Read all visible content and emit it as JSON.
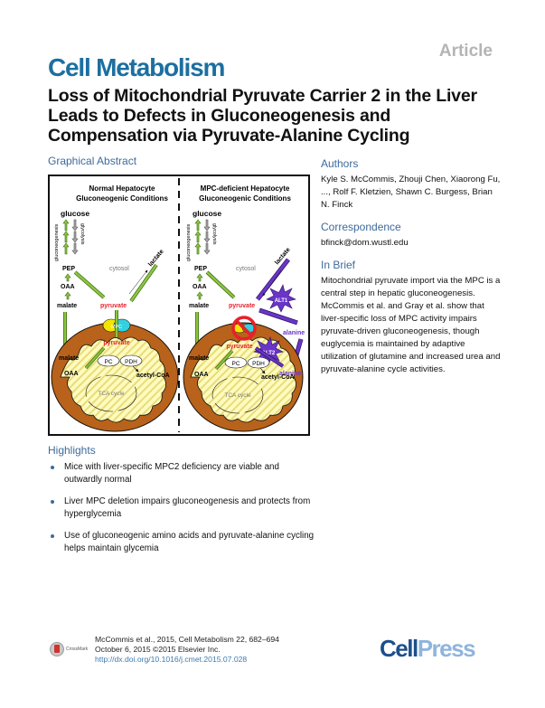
{
  "header": {
    "article_type": "Article",
    "journal": "Cell Metabolism",
    "title": "Loss of Mitochondrial Pyruvate Carrier 2 in the Liver Leads to Defects in Gluconeogenesis and Compensation via Pyruvate-Alanine Cycling"
  },
  "graphical_abstract": {
    "heading": "Graphical Abstract",
    "left_panel": {
      "title_line1": "Normal Hepatocyte",
      "title_line2": "Gluconeogenic Conditions",
      "glucose": "glucose",
      "gluconeogenesis": "gluconeogenesis",
      "glycolysis": "glycolysis",
      "pep": "PEP",
      "cytosol": "cytosol",
      "lactate": "lactate",
      "oaa": "OAA",
      "malate": "malate",
      "pyruvate": "pyruvate",
      "mpc": "MPC",
      "mito_pyruvate": "pyruvate",
      "mito_malate": "malate",
      "pc": "PC",
      "pdh": "PDH",
      "mito_oaa": "OAA",
      "acetyl_coa": "acetyl-CoA",
      "tca": "TCA cycle"
    },
    "right_panel": {
      "title_line1": "MPC-deficient Hepatocyte",
      "title_line2": "Gluconeogenic Conditions",
      "glucose": "glucose",
      "gluconeogenesis": "gluconeogenesis",
      "glycolysis": "glycolysis",
      "pep": "PEP",
      "cytosol": "cytosol",
      "lactate": "lactate",
      "oaa": "OAA",
      "malate": "malate",
      "pyruvate": "pyruvate",
      "alt1": "ALT1",
      "alanine": "alanine",
      "alt2": "ALT2",
      "mito_alanine": "alanine",
      "mito_pyruvate": "pyruvate",
      "mito_malate": "malate",
      "pc": "PC",
      "pdh": "PDH",
      "mito_oaa": "OAA",
      "acetyl_coa": "acetyl-CoA",
      "tca": "TCA cycle"
    },
    "colors": {
      "green_arrow": "#8cc63f",
      "grey_arrow": "#a6a6a6",
      "purple": "#6a35c8",
      "pyruvate_red": "#e8202a",
      "mito_brown": "#b8621b",
      "mito_yellow": "#fffbbf",
      "mpc_yellow": "#f4e400",
      "mpc_cyan": "#33d1e0"
    }
  },
  "authors": {
    "heading": "Authors",
    "text": "Kyle S. McCommis, Zhouji Chen, Xiaorong Fu, ..., Rolf F. Kletzien, Shawn C. Burgess, Brian N. Finck"
  },
  "correspondence": {
    "heading": "Correspondence",
    "email": "bfinck@dom.wustl.edu"
  },
  "in_brief": {
    "heading": "In Brief",
    "text": "Mitochondrial pyruvate import via the MPC is a central step in hepatic gluconeogenesis. McCommis et al. and Gray et al. show that liver-specific loss of MPC activity impairs pyruvate-driven gluconeogenesis, though euglycemia is maintained by adaptive utilization of glutamine and increased urea and pyruvate-alanine cycle activities."
  },
  "highlights": {
    "heading": "Highlights",
    "items": [
      "Mice with liver-specific MPC2 deficiency are viable and outwardly normal",
      "Liver MPC deletion impairs gluconeogenesis and protects from hyperglycemia",
      "Use of gluconeogenic amino acids and pyruvate-alanine cycling helps maintain glycemia"
    ]
  },
  "footer": {
    "citation": "McCommis et al., 2015, Cell Metabolism 22, 682–694",
    "date": "October 6, 2015 ©2015 Elsevier Inc.",
    "doi": "http://dx.doi.org/10.1016/j.cmet.2015.07.028",
    "crossmark": "CrossMark",
    "publisher_part1": "Cell",
    "publisher_part2": "Press"
  }
}
